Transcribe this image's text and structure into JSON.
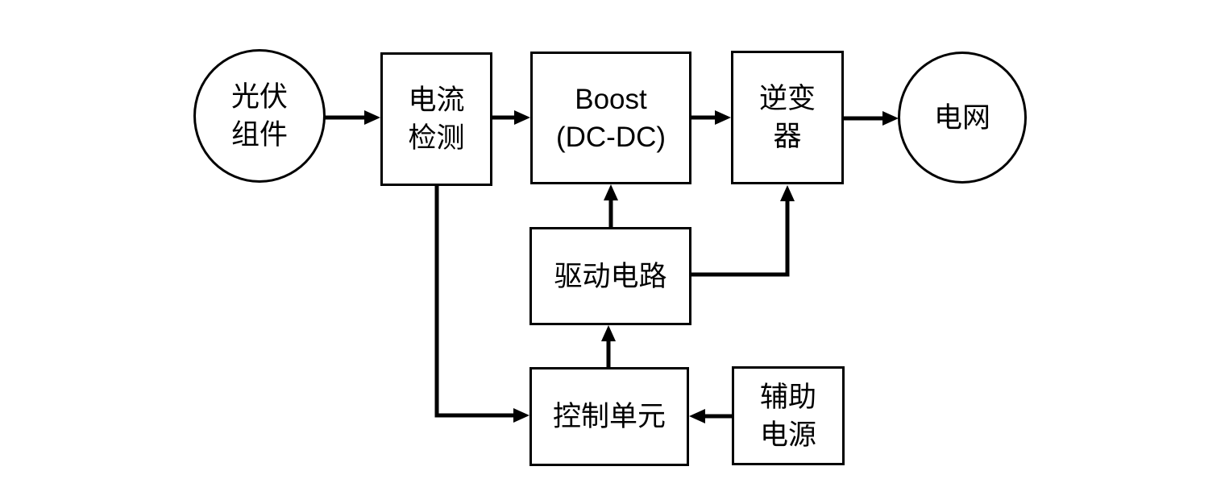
{
  "diagram": {
    "type": "block-diagram",
    "description": "Photovoltaic grid-connected power system block diagram",
    "colors": {
      "line": "#000000",
      "background": "#ffffff",
      "node_fill": "#ffffff",
      "text": "#000000"
    },
    "nodes": {
      "pv_module": {
        "label": "光伏\n组件",
        "shape": "circle"
      },
      "current_detection": {
        "label": "电流\n检测",
        "shape": "rect"
      },
      "boost": {
        "label": "Boost\n(DC-DC)",
        "shape": "rect"
      },
      "inverter": {
        "label": "逆变\n器",
        "shape": "rect"
      },
      "grid": {
        "label": "电网",
        "shape": "circle"
      },
      "drive_circuit": {
        "label": "驱动电路",
        "shape": "rect"
      },
      "control_unit": {
        "label": "控制单元",
        "shape": "rect"
      },
      "aux_power": {
        "label": "辅助\n电源",
        "shape": "rect"
      }
    },
    "edges": [
      {
        "from": "pv_module",
        "to": "boost",
        "via": "current_detection",
        "style": "arrow-right"
      },
      {
        "from": "current_detection",
        "to": "boost",
        "style": "arrow-right"
      },
      {
        "from": "boost",
        "to": "inverter",
        "style": "arrow-right"
      },
      {
        "from": "inverter",
        "to": "grid",
        "style": "arrow-right"
      },
      {
        "from": "drive_circuit",
        "to": "boost",
        "style": "arrow-up"
      },
      {
        "from": "drive_circuit",
        "to": "inverter",
        "style": "arrow-elbow-right-up"
      },
      {
        "from": "control_unit",
        "to": "drive_circuit",
        "style": "arrow-up"
      },
      {
        "from": "current_detection",
        "to": "control_unit",
        "style": "arrow-elbow-down-right"
      },
      {
        "from": "aux_power",
        "to": "control_unit",
        "style": "arrow-left"
      }
    ]
  }
}
